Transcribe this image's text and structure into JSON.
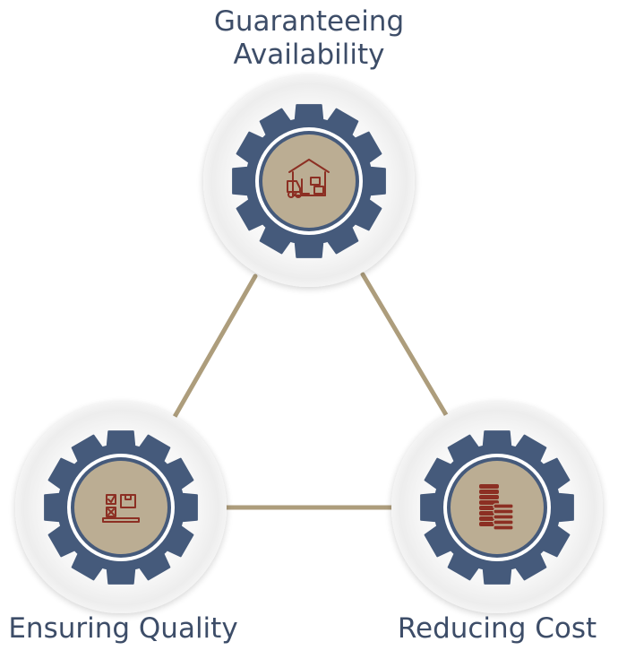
{
  "nodes": {
    "top": {
      "label_lines": [
        "Guaranteeing",
        "Availability"
      ],
      "icon": "warehouse-forklift-icon"
    },
    "left": {
      "label": "Ensuring Quality",
      "icon": "quality-checklist-box-icon"
    },
    "right": {
      "label": "Reducing Cost",
      "icon": "coin-stacks-icon"
    }
  },
  "colors": {
    "gear": "#455a7b",
    "hub": "#bbad93",
    "icon": "#8c2f23",
    "connector": "#ad9d7c",
    "label": "#3d4d68",
    "halo": "#f1f1f1"
  }
}
